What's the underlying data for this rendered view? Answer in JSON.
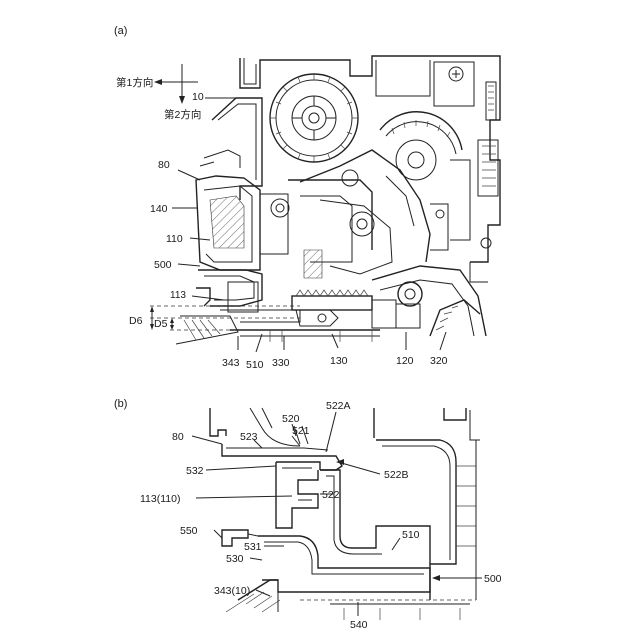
{
  "panels": {
    "a": "(a)",
    "b": "(b)"
  },
  "directions": {
    "first": "第1方向",
    "second": "第2方向"
  },
  "labels_a": {
    "l10": "10",
    "l80": "80",
    "l140": "140",
    "l110": "110",
    "l500": "500",
    "l113": "113",
    "d6": "D6",
    "d5": "D5",
    "l343": "343",
    "l510": "510",
    "l330": "330",
    "l130": "130",
    "l120": "120",
    "l320": "320"
  },
  "labels_b": {
    "l80": "80",
    "l520": "520",
    "l522a": "522A",
    "l523": "523",
    "l521": "521",
    "l532": "532",
    "l522b": "522B",
    "l113_110": "113(110)",
    "l522": "522",
    "l550": "550",
    "l510": "510",
    "l531": "531",
    "l530": "530",
    "l500": "500",
    "l343_10": "343(10)",
    "l540": "540"
  }
}
